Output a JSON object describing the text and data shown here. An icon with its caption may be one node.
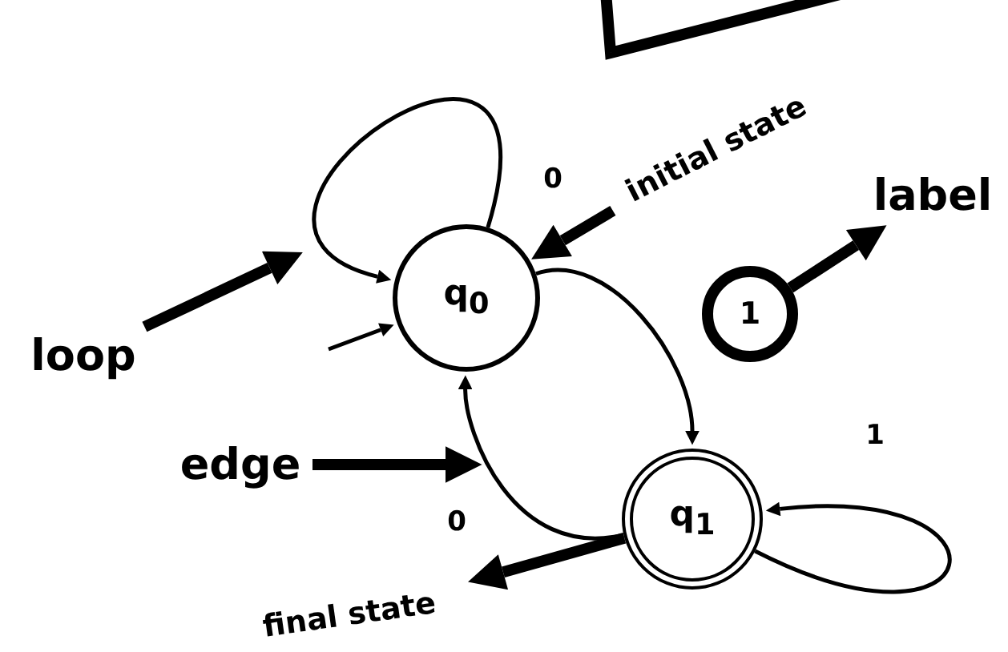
{
  "diagram": {
    "nodes": [
      {
        "text": [
          "initial state"
        ]
      },
      {
        "text": [
          "q$_{0}$"
        ]
      },
      {
        "text": [
          "loop"
        ]
      },
      {
        "text": [
          "label"
        ]
      },
      {
        "text": [
          "1"
        ]
      },
      {
        "text": [
          "edge"
        ]
      },
      {
        "text": [
          "q$_{1}$"
        ]
      },
      {
        "text": [
          "final state"
        ]
      }
    ],
    "edges": [
      {
        "from": 1,
        "to": 1,
        "arrow": "to",
        "label": "0"
      },
      {
        "from": 1,
        "to": 6,
        "arrow": "to"
      },
      {
        "from": 6,
        "to": 1,
        "arrow": "to",
        "label": "0"
      },
      {
        "from": 6,
        "to": 6,
        "arrow": "to",
        "label": "1"
      },
      {
        "from": null,
        "to": 1,
        "arrow": "to"
      },
      {
        "from": 0,
        "to": 1,
        "arrow": "to",
        "style": "thick"
      },
      {
        "from": 2,
        "to": null,
        "arrow": "to",
        "style": "thick"
      },
      {
        "from": 4,
        "to": 3,
        "arrow": "to",
        "style": "thick"
      },
      {
        "from": 5,
        "to": null,
        "arrow": "to",
        "style": "thick"
      },
      {
        "from": 6,
        "to": 7,
        "arrow": "to",
        "style": "thick"
      }
    ]
  }
}
